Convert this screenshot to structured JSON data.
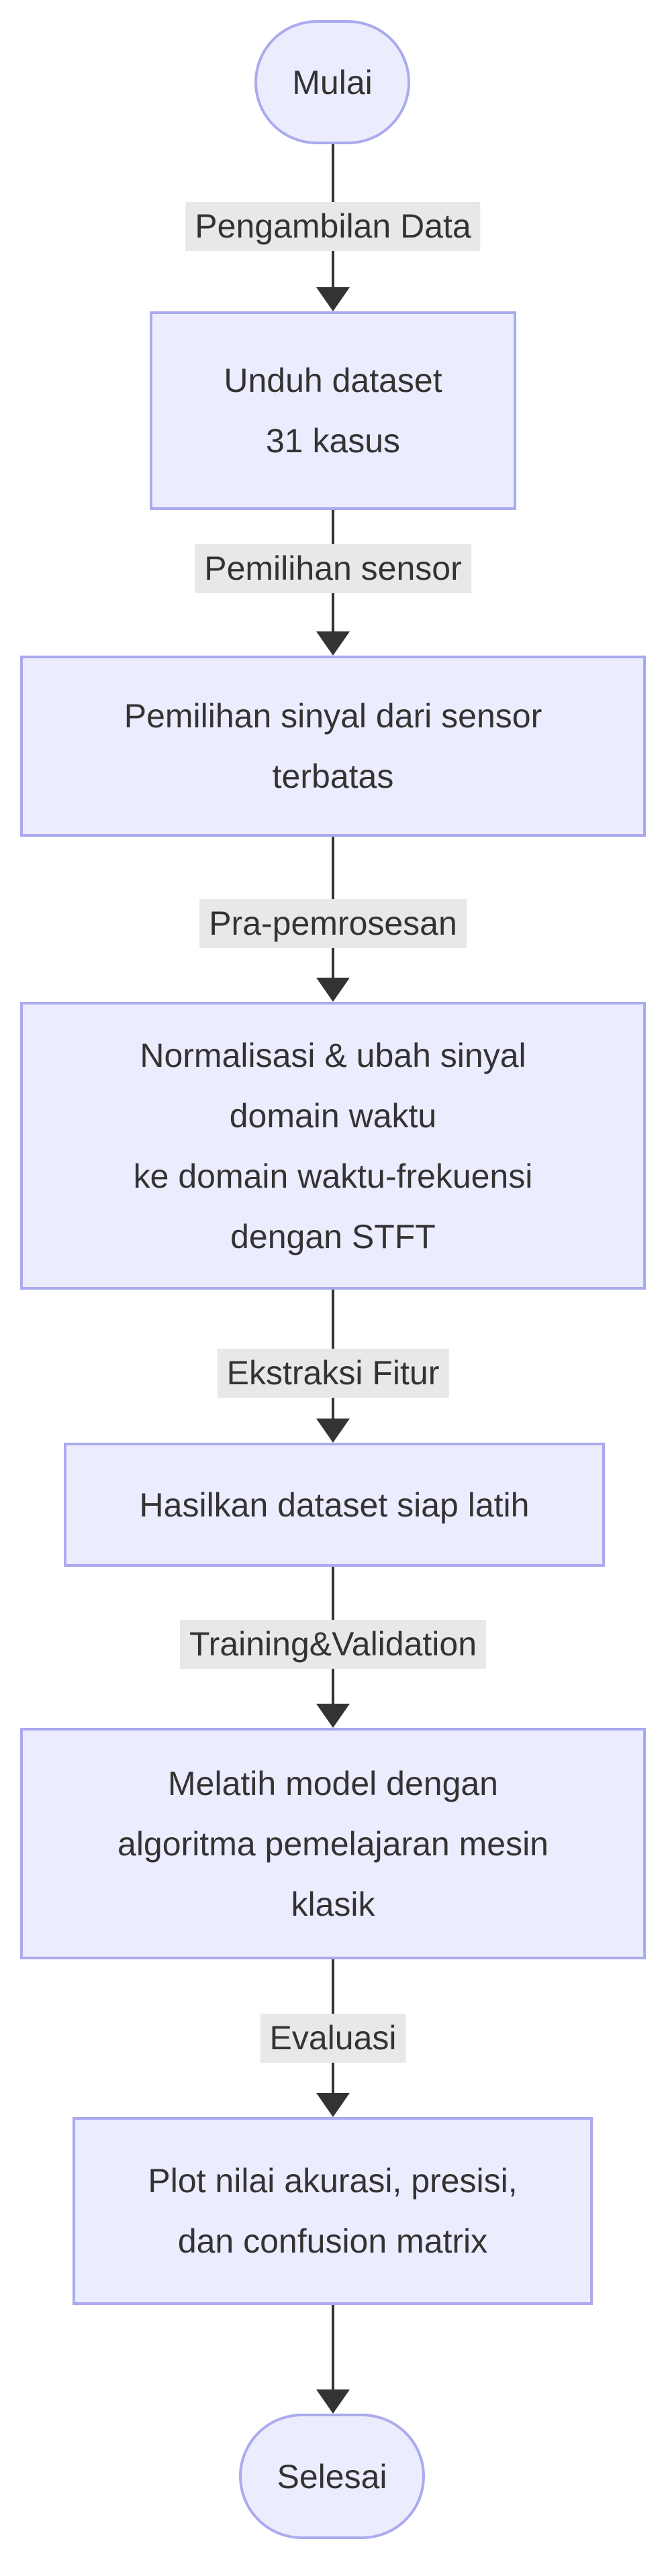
{
  "flowchart": {
    "direction": "top-down",
    "nodes": [
      {
        "id": "start",
        "type": "stadium",
        "label": "Mulai"
      },
      {
        "id": "download-dataset",
        "type": "process",
        "label": "Unduh dataset\n31 kasus"
      },
      {
        "id": "signal-selection",
        "type": "process",
        "label": "Pemilihan sinyal dari sensor\nterbatas"
      },
      {
        "id": "preprocessing",
        "type": "process",
        "label": "Normalisasi & ubah sinyal\ndomain waktu\nke domain waktu-frekuensi\ndengan STFT"
      },
      {
        "id": "dataset-ready",
        "type": "process",
        "label": "Hasilkan dataset siap latih"
      },
      {
        "id": "train-model",
        "type": "process",
        "label": "Melatih model dengan\nalgoritma pemelajaran mesin\nklasik"
      },
      {
        "id": "plot-metrics",
        "type": "process",
        "label": "Plot nilai akurasi, presisi,\ndan confusion matrix"
      },
      {
        "id": "end",
        "type": "stadium",
        "label": "Selesai"
      }
    ],
    "edges": [
      {
        "from": "start",
        "to": "download-dataset",
        "label": "Pengambilan Data"
      },
      {
        "from": "download-dataset",
        "to": "signal-selection",
        "label": "Pemilihan sensor"
      },
      {
        "from": "signal-selection",
        "to": "preprocessing",
        "label": "Pra-pemrosesan"
      },
      {
        "from": "preprocessing",
        "to": "dataset-ready",
        "label": "Ekstraksi Fitur"
      },
      {
        "from": "dataset-ready",
        "to": "train-model",
        "label": "Training&Validation"
      },
      {
        "from": "train-model",
        "to": "plot-metrics",
        "label": "Evaluasi"
      },
      {
        "from": "plot-metrics",
        "to": "end",
        "label": ""
      }
    ],
    "colors": {
      "node_fill": "#ECECFF",
      "node_border": "#AAAAEE",
      "edge_line": "#333333",
      "edge_label_background": "#E8E8E8",
      "text": "#333333",
      "canvas_background": "#FFFFFF"
    }
  }
}
